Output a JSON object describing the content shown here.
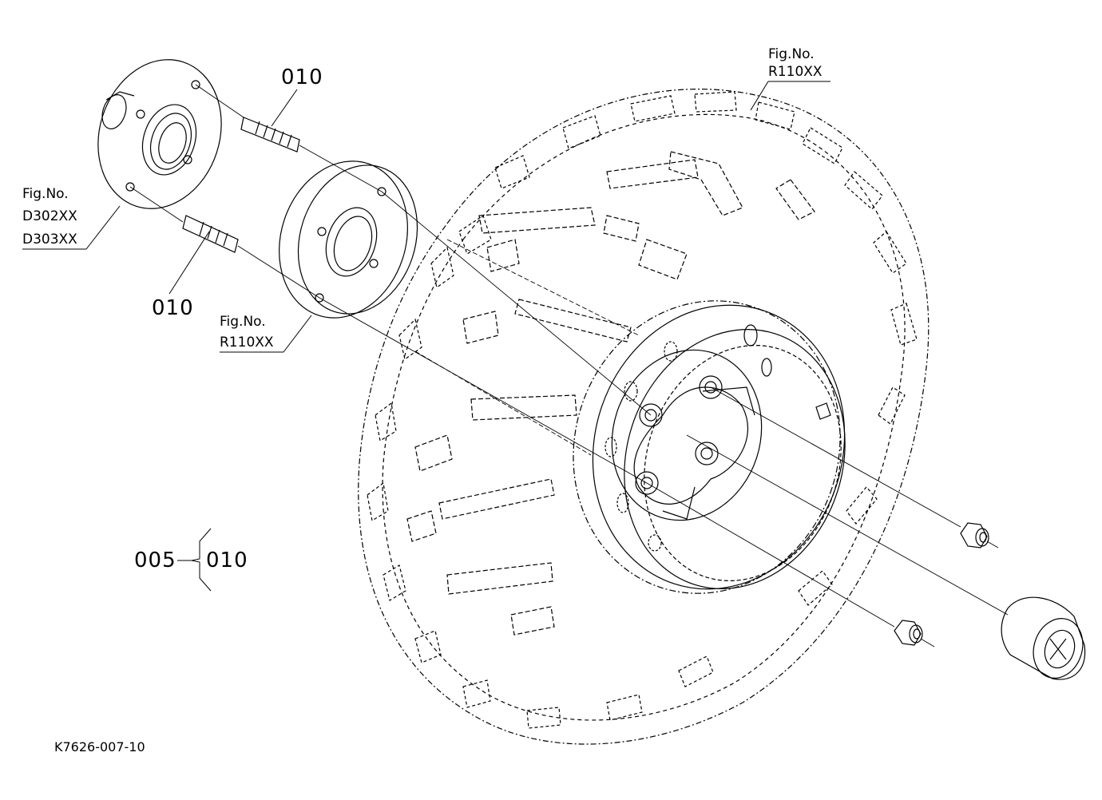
{
  "callouts": {
    "fig_top_right": {
      "line1": "Fig.No.",
      "line2": "R110XX"
    },
    "fig_left": {
      "line1": "Fig.No.",
      "line2": "D302XX",
      "line3": "D303XX"
    },
    "fig_mid": {
      "line1": "Fig.No.",
      "line2": "R110XX"
    },
    "stud_upper": "010",
    "stud_lower": "010",
    "assembly_parent": "005",
    "assembly_child": "010"
  },
  "drawing_code": "K7626-007-10"
}
